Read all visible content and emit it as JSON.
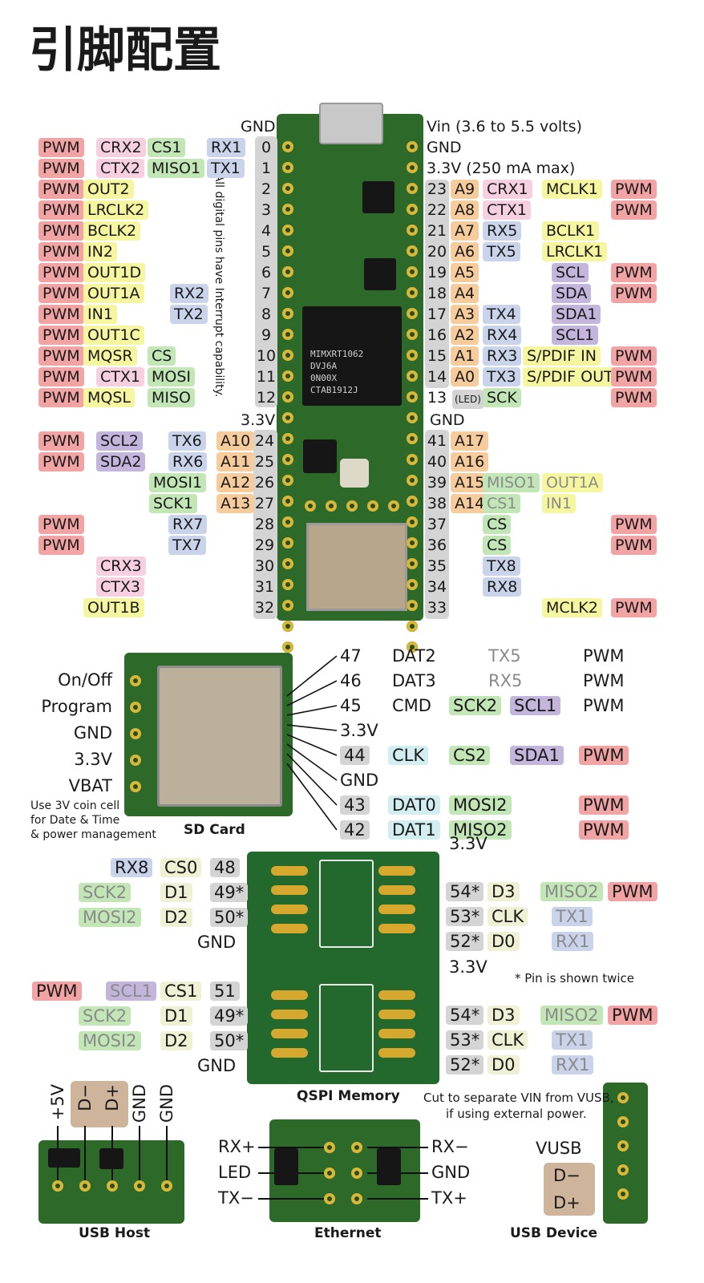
{
  "title": "引脚配置",
  "top_header": {
    "gnd_left": "GND",
    "vin": "Vin  (3.6 to 5.5 volts)",
    "gnd_right": "GND",
    "v33": "3.3V (250 mA max)",
    "v33_left": "3.3V",
    "gnd_mid_right": "GND",
    "led": "(LED)"
  },
  "interrupt_note": "All digital pins have Interrupt capability.",
  "chip_marking": [
    "MIMXRT1062",
    "DVJ6A",
    "0N00X",
    "CTAB1912J"
  ],
  "left_rows": [
    {
      "pin": "0",
      "c1": "PWM",
      "c2": "",
      "c3": "CRX2",
      "c4": "CS1",
      "c5": "RX1"
    },
    {
      "pin": "1",
      "c1": "PWM",
      "c2": "",
      "c3": "CTX2",
      "c4": "MISO1",
      "c5": "TX1"
    },
    {
      "pin": "2",
      "c1": "PWM",
      "c2": "OUT2",
      "c3": "",
      "c4": "",
      "c5": ""
    },
    {
      "pin": "3",
      "c1": "PWM",
      "c2": "LRCLK2",
      "c3": "",
      "c4": "",
      "c5": ""
    },
    {
      "pin": "4",
      "c1": "PWM",
      "c2": "BCLK2",
      "c3": "",
      "c4": "",
      "c5": ""
    },
    {
      "pin": "5",
      "c1": "PWM",
      "c2": "IN2",
      "c3": "",
      "c4": "",
      "c5": ""
    },
    {
      "pin": "6",
      "c1": "PWM",
      "c2": "OUT1D",
      "c3": "",
      "c4": "",
      "c5": ""
    },
    {
      "pin": "7",
      "c1": "PWM",
      "c2": "OUT1A",
      "c3": "",
      "c4": "RX2",
      "c5": ""
    },
    {
      "pin": "8",
      "c1": "PWM",
      "c2": "IN1",
      "c3": "",
      "c4": "TX2",
      "c5": ""
    },
    {
      "pin": "9",
      "c1": "PWM",
      "c2": "OUT1C",
      "c3": "",
      "c4": "",
      "c5": ""
    },
    {
      "pin": "10",
      "c1": "PWM",
      "c2": "MQSR",
      "c3": "",
      "c4": "CS",
      "c5": ""
    },
    {
      "pin": "11",
      "c1": "PWM",
      "c2": "",
      "c3": "CTX1",
      "c4": "MOSI",
      "c5": ""
    },
    {
      "pin": "12",
      "c1": "PWM",
      "c2": "MQSL",
      "c3": "",
      "c4": "MISO",
      "c5": ""
    }
  ],
  "left_rows_b": [
    {
      "pin": "24",
      "c1": "PWM",
      "c2": "SCL2",
      "c3": "TX6",
      "c4": "A10"
    },
    {
      "pin": "25",
      "c1": "PWM",
      "c2": "SDA2",
      "c3": "RX6",
      "c4": "A11"
    },
    {
      "pin": "26",
      "c1": "",
      "c2": "",
      "c3": "MOSI1",
      "c4": "A12"
    },
    {
      "pin": "27",
      "c1": "",
      "c2": "",
      "c3": "SCK1",
      "c4": "A13"
    },
    {
      "pin": "28",
      "c1": "PWM",
      "c2": "",
      "c3": "RX7",
      "c4": ""
    },
    {
      "pin": "29",
      "c1": "PWM",
      "c2": "",
      "c3": "TX7",
      "c4": ""
    },
    {
      "pin": "30",
      "c1": "",
      "c2": "CRX3",
      "c3": "",
      "c4": ""
    },
    {
      "pin": "31",
      "c1": "",
      "c2": "CTX3",
      "c3": "",
      "c4": ""
    },
    {
      "pin": "32",
      "c1": "",
      "c2": "OUT1B",
      "c3": "",
      "c4": ""
    }
  ],
  "right_rows": [
    {
      "pin": "23",
      "a": "A9",
      "c1": "CRX1",
      "c2": "MCLK1",
      "c3": "PWM"
    },
    {
      "pin": "22",
      "a": "A8",
      "c1": "CTX1",
      "c2": "",
      "c3": "PWM"
    },
    {
      "pin": "21",
      "a": "A7",
      "c1": "RX5",
      "c2": "BCLK1",
      "c3": ""
    },
    {
      "pin": "20",
      "a": "A6",
      "c1": "TX5",
      "c2": "LRCLK1",
      "c3": ""
    },
    {
      "pin": "19",
      "a": "A5",
      "c1": "",
      "c2": "SCL",
      "c3": "PWM"
    },
    {
      "pin": "18",
      "a": "A4",
      "c1": "",
      "c2": "SDA",
      "c3": "PWM"
    },
    {
      "pin": "17",
      "a": "A3",
      "c1": "TX4",
      "c2": "SDA1",
      "c3": ""
    },
    {
      "pin": "16",
      "a": "A2",
      "c1": "RX4",
      "c2": "SCL1",
      "c3": ""
    },
    {
      "pin": "15",
      "a": "A1",
      "c1": "RX3",
      "c2": "S/PDIF IN",
      "c3": "PWM"
    },
    {
      "pin": "14",
      "a": "A0",
      "c1": "TX3",
      "c2": "S/PDIF OUT",
      "c3": "PWM"
    },
    {
      "pin": "13",
      "a": "",
      "c1": "SCK",
      "c2": "",
      "c3": "PWM"
    }
  ],
  "right_rows_b": [
    {
      "pin": "41",
      "a": "A17",
      "c1": "",
      "c2": "",
      "c3": ""
    },
    {
      "pin": "40",
      "a": "A16",
      "c1": "",
      "c2": "",
      "c3": ""
    },
    {
      "pin": "39",
      "a": "A15",
      "c1": "MISO1",
      "c2": "OUT1A",
      "c3": ""
    },
    {
      "pin": "38",
      "a": "A14",
      "c1": "CS1",
      "c2": "IN1",
      "c3": ""
    },
    {
      "pin": "37",
      "a": "",
      "c1": "CS",
      "c2": "",
      "c3": "PWM"
    },
    {
      "pin": "36",
      "a": "",
      "c1": "CS",
      "c2": "",
      "c3": "PWM"
    },
    {
      "pin": "35",
      "a": "",
      "c1": "TX8",
      "c2": "",
      "c3": ""
    },
    {
      "pin": "34",
      "a": "",
      "c1": "RX8",
      "c2": "",
      "c3": ""
    },
    {
      "pin": "33",
      "a": "",
      "c1": "",
      "c2": "MCLK2",
      "c3": "PWM"
    }
  ],
  "sd": {
    "left_labels": [
      "On/Off",
      "Program",
      "GND",
      "3.3V",
      "VBAT"
    ],
    "note": [
      "Use 3V coin cell",
      "for Date & Time",
      "& power management"
    ],
    "caption": "SD Card",
    "rows": [
      {
        "pin": "47",
        "c1": "DAT2",
        "c2": "",
        "c3": "TX5",
        "c4": "PWM"
      },
      {
        "pin": "46",
        "c1": "DAT3",
        "c2": "",
        "c3": "RX5",
        "c4": "PWM"
      },
      {
        "pin": "45",
        "c1": "CMD",
        "c2": "SCK2",
        "c3": "SCL1",
        "c4": "PWM"
      },
      {
        "pin": "3.3V",
        "c1": "",
        "c2": "",
        "c3": "",
        "c4": ""
      },
      {
        "pin": "44",
        "c1": "CLK",
        "c2": "CS2",
        "c3": "SDA1",
        "c4": "PWM"
      },
      {
        "pin": "GND",
        "c1": "",
        "c2": "",
        "c3": "",
        "c4": ""
      },
      {
        "pin": "43",
        "c1": "DAT0",
        "c2": "MOSI2",
        "c3": "",
        "c4": "PWM"
      },
      {
        "pin": "42",
        "c1": "DAT1",
        "c2": "MISO2",
        "c3": "",
        "c4": "PWM"
      }
    ]
  },
  "qspi": {
    "caption": "QSPI Memory",
    "note": "* Pin is shown twice",
    "top_left": [
      {
        "a": "RX8",
        "b": "",
        "c": "CS0",
        "pin": "48"
      },
      {
        "a": "",
        "b": "SCK2",
        "c": "D1",
        "pin": "49*"
      },
      {
        "a": "",
        "b": "MOSI2",
        "c": "D2",
        "pin": "50*"
      }
    ],
    "top_gnd": "GND",
    "top_v33": "3.3V",
    "top_right": [
      {
        "pin": "54*",
        "c": "D3",
        "d": "MISO2",
        "e": "PWM"
      },
      {
        "pin": "53*",
        "c": "CLK",
        "d": "TX1",
        "e": ""
      },
      {
        "pin": "52*",
        "c": "D0",
        "d": "RX1",
        "e": ""
      }
    ],
    "bot_left": [
      {
        "a": "PWM",
        "b": "SCL1",
        "c": "CS1",
        "pin": "51"
      },
      {
        "a": "",
        "b": "SCK2",
        "c": "D1",
        "pin": "49*"
      },
      {
        "a": "",
        "b": "MOSI2",
        "c": "D2",
        "pin": "50*"
      }
    ],
    "bot_gnd": "GND",
    "bot_v33": "3.3V",
    "bot_right": [
      {
        "pin": "54*",
        "c": "D3",
        "d": "MISO2",
        "e": "PWM"
      },
      {
        "pin": "53*",
        "c": "CLK",
        "d": "TX1",
        "e": ""
      },
      {
        "pin": "52*",
        "c": "D0",
        "d": "RX1",
        "e": ""
      }
    ]
  },
  "usb_host": {
    "labels": [
      "+5V",
      "D−",
      "D+",
      "GND",
      "GND"
    ],
    "caption": "USB Host"
  },
  "ethernet": {
    "left": [
      "RX+",
      "LED",
      "TX−"
    ],
    "right": [
      "RX−",
      "GND",
      "TX+"
    ],
    "caption": "Ethernet"
  },
  "usb_device": {
    "note": [
      "Cut to separate VIN from VUSB,",
      "if using external power."
    ],
    "vusb": "VUSB",
    "dm": "D−",
    "dp": "D+",
    "caption": "USB Device"
  },
  "colors": {
    "pwm": "#f2a3a3",
    "pcb": "#2d6a2a",
    "gold": "#d6b83a"
  }
}
